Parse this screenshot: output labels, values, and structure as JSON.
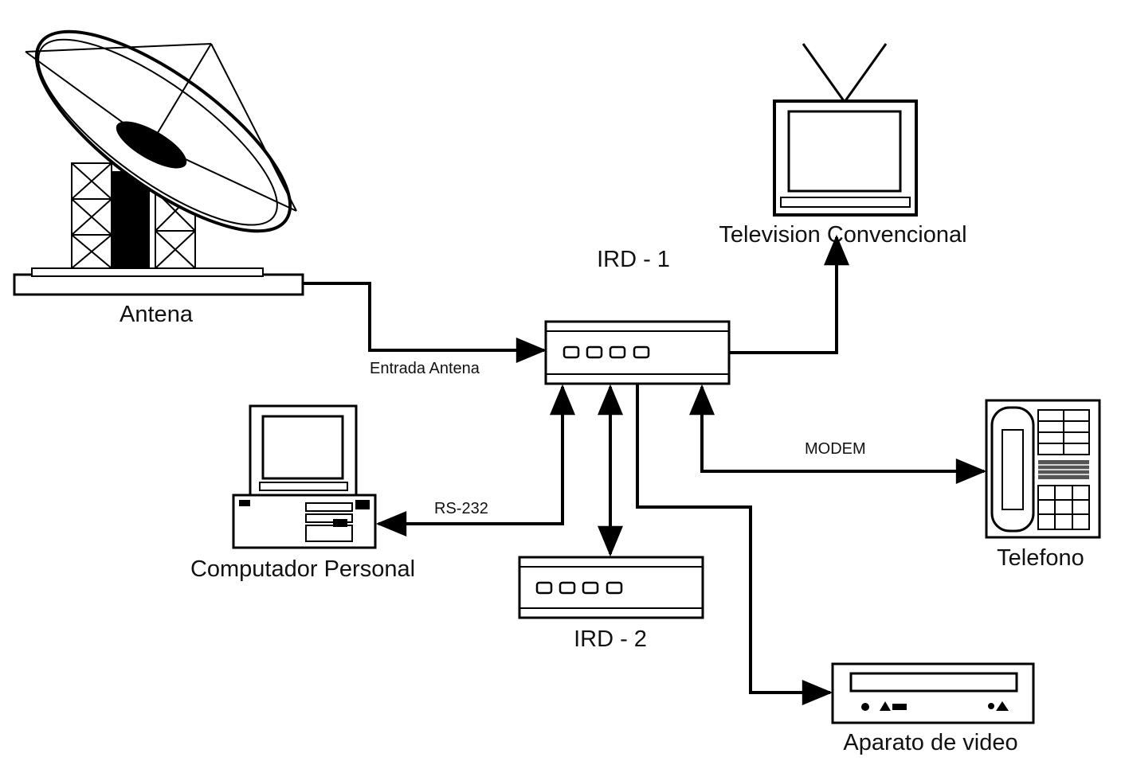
{
  "diagram": {
    "nodes": {
      "antenna": "Antena",
      "ird1": "IRD - 1",
      "ird2": "IRD - 2",
      "tv": "Television Convencional",
      "pc": "Computador Personal",
      "phone": "Telefono",
      "vcr": "Aparato de video"
    },
    "edges": {
      "antenna_input": "Entrada Antena",
      "serial": "RS-232",
      "modem": "MODEM"
    }
  }
}
